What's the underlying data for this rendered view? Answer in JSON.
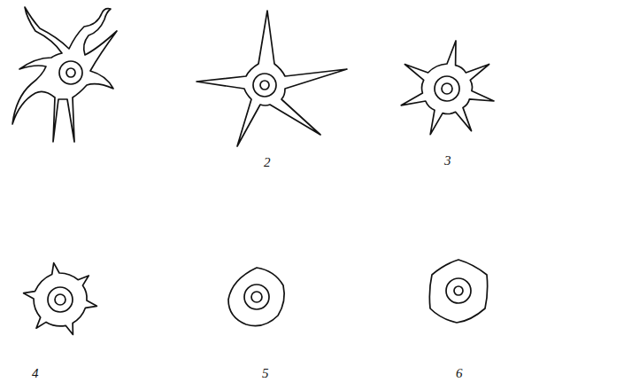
{
  "diagram": {
    "labels": [
      "2",
      "3",
      "4",
      "5",
      "6"
    ]
  }
}
